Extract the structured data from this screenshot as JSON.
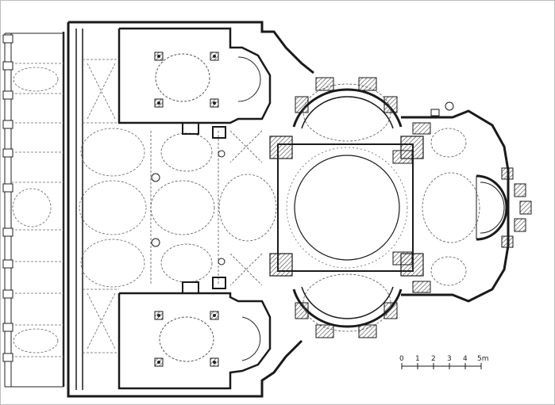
{
  "scale_bar": {
    "ticks": [
      "0",
      "1",
      "2",
      "3",
      "4",
      "5m"
    ]
  },
  "colors": {
    "ink": "#1a1a1a",
    "wall_hatch": "#3a3a3a",
    "paper": "#ffffff"
  }
}
